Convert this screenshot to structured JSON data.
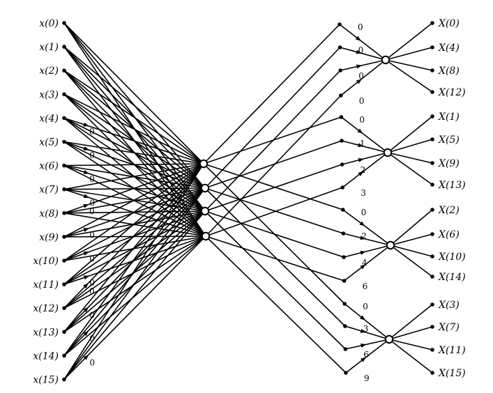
{
  "diagram": {
    "inputs": [
      "x(0)",
      "x(1)",
      "x(2)",
      "x(3)",
      "x(4)",
      "x(5)",
      "x(6)",
      "x(7)",
      "x(8)",
      "x(9)",
      "x(10)",
      "x(11)",
      "x(12)",
      "x(13)",
      "x(14)",
      "x(15)"
    ],
    "outputs": [
      "X(0)",
      "X(4)",
      "X(8)",
      "X(12)",
      "X(1)",
      "X(5)",
      "X(9)",
      "X(13)",
      "X(2)",
      "X(6)",
      "X(10)",
      "X(14)",
      "X(3)",
      "X(7)",
      "X(11)",
      "X(15)"
    ],
    "stage1_twiddles": [
      "0",
      "0",
      "0",
      "0",
      "0",
      "0",
      "0",
      "0",
      "0",
      "0",
      "0",
      "0"
    ],
    "stage2_twiddles": [
      "0",
      "0",
      "0",
      "0",
      "0",
      "1",
      "2",
      "3",
      "0",
      "2",
      "4",
      "6",
      "0",
      "3",
      "6",
      "9"
    ]
  }
}
